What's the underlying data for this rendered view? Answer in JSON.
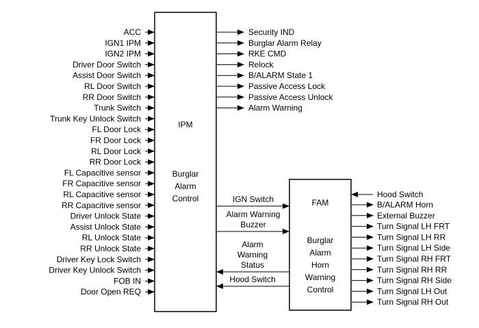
{
  "ipm": {
    "name": "IPM",
    "function_lines": [
      "Burglar",
      "Alarm",
      "Control"
    ],
    "inputs": [
      "ACC",
      "IGN1 IPM",
      "IGN2 IPM",
      "Driver Door Switch",
      "Assist Door Switch",
      "RL Door Switch",
      "RR Door Switch",
      "Trunk Switch",
      "Trunk Key Unlock Switch",
      "FL Door Lock",
      "FR Door Lock",
      "RL Door Lock",
      "RR Door Lock",
      "FL Capacitive sensor",
      "FR Capacitive sensor",
      "RL Capacitive sensor",
      "RR Capacitive sensor",
      "Driver Unlock State",
      "Assist Unlock State",
      "RL Unlock State",
      "RR Unlock State",
      "Driver Key Lock Switch",
      "Driver Key Unlock Switch",
      "FOB IN",
      "Door Open REQ"
    ],
    "outputs": [
      "Security IND",
      "Burglar Alarm Relay",
      "RKE CMD",
      "Relock",
      "B/ALARM State 1",
      "Passive Access Lock",
      "Passive Access Unlock",
      "Alarm Warning"
    ]
  },
  "fam": {
    "name": "FAM",
    "function_lines": [
      "Burglar",
      "Alarm",
      "Horn",
      "Warning",
      "Control"
    ],
    "inputs": [
      "Hood Switch"
    ],
    "outputs": [
      "B/ALARM Horn",
      "External Buzzer",
      "Turn Signal LH FRT",
      "Turn Signal LH RR",
      "Turn Signal LH Side",
      "Turn Signal RH FRT",
      "Turn Signal RH RR",
      "Turn Signal RH Side",
      "Turn Signal LH Out",
      "Turn Signal RH Out"
    ]
  },
  "links": {
    "ipm_to_fam": [
      {
        "label_lines": [
          "IGN Switch"
        ]
      },
      {
        "label_lines": [
          "Alarm Warning",
          "Buzzer"
        ]
      }
    ],
    "fam_to_ipm": [
      {
        "label_lines": [
          "Alarm",
          "Warning",
          "Status"
        ]
      },
      {
        "label_lines": [
          "Hood Switch"
        ]
      }
    ]
  }
}
